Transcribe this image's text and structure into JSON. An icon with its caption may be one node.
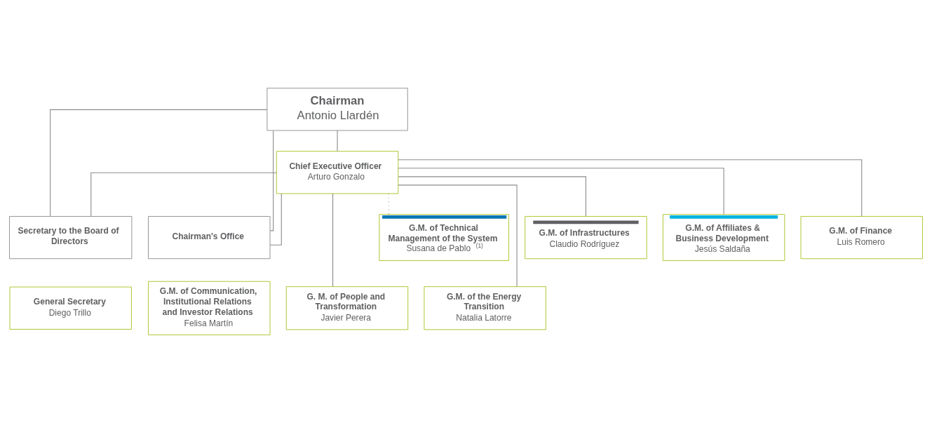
{
  "diagram": {
    "nodes": [
      {
        "text": [
          "Chairman",
          "Antonio Llardén"
        ]
      },
      {
        "text": [
          "Chief Executive Officer",
          "Arturo Gonzalo"
        ]
      },
      {
        "text": [
          "Secretary to the Board of Directors"
        ]
      },
      {
        "text": [
          "General Secretary",
          "Diego Trillo"
        ]
      },
      {
        "text": [
          "G. M. of People and Transformation",
          "Javier Perera"
        ]
      },
      {
        "text": [
          "G.M. of the Energy Transition",
          "Natalia Latorre"
        ]
      },
      {
        "text": [
          "Chairman's Office"
        ]
      },
      {
        "text": [
          "G.M. of Communication, Institutional Relations and Investor Relations",
          "Felisa Martín"
        ]
      },
      {
        "text": [
          "G.M. of Technical Management of the System",
          "Susana de Pablo $^{(1)}$"
        ]
      },
      {
        "text": [
          "G.M. of Infrastructures",
          "Claudio Rodríguez"
        ]
      },
      {
        "text": [
          "G.M. of Affiliates & Business Development",
          "Jesús Saldaña"
        ]
      },
      {
        "text": [
          "G.M. of Finance",
          "Luis Romero"
        ]
      }
    ],
    "edges": [
      {
        "from": 0,
        "to": 1,
        "arrow": "none"
      },
      {
        "from": 0,
        "to": 2,
        "arrow": "none"
      },
      {
        "from": 0,
        "to": 6,
        "arrow": "none"
      },
      {
        "from": 1,
        "to": 2,
        "arrow": "none"
      },
      {
        "from": 1,
        "to": 4,
        "arrow": "none"
      },
      {
        "from": 1,
        "to": 5,
        "arrow": "none"
      },
      {
        "from": 1,
        "to": 6,
        "arrow": "none"
      },
      {
        "from": 1,
        "to": 8,
        "arrow": "none",
        "style": "dashed"
      },
      {
        "from": 1,
        "to": 9,
        "arrow": "none"
      },
      {
        "from": 1,
        "to": 10,
        "arrow": "none"
      },
      {
        "from": 1,
        "to": 11,
        "arrow": "none"
      }
    ]
  }
}
